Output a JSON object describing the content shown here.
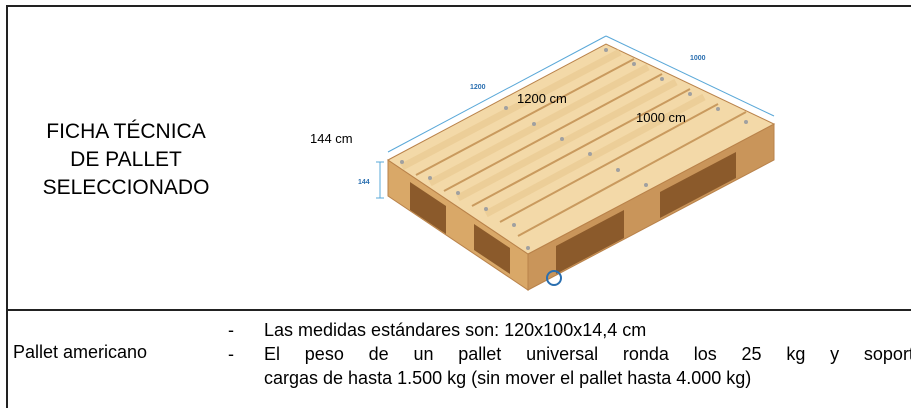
{
  "title_lines": [
    "FICHA TÉCNICA",
    "DE PALLET",
    "SELECCIONADO"
  ],
  "image": {
    "dim_height": "144 cm",
    "dim_length": "1200 cm",
    "dim_width": "1000 cm",
    "mark_length": "1200",
    "mark_width": "1000",
    "mark_height": "144"
  },
  "row": {
    "label": "Pallet americano",
    "bullet_1": "Las medidas estándares son: 120x100x14,4 cm",
    "bullet_2_words": [
      "El",
      "peso",
      "de",
      "un",
      "pallet",
      "universal",
      "ronda",
      "los",
      "25",
      "kg",
      "y",
      "soporta"
    ],
    "bullet_2_line2": "cargas de hasta 1.500 kg (sin mover el pallet hasta 4.000 kg)"
  },
  "colors": {
    "wood_top": "#f0d29a",
    "wood_side": "#d9a868",
    "wood_dark": "#b9824a",
    "dimension_line": "#5aa8d8"
  }
}
